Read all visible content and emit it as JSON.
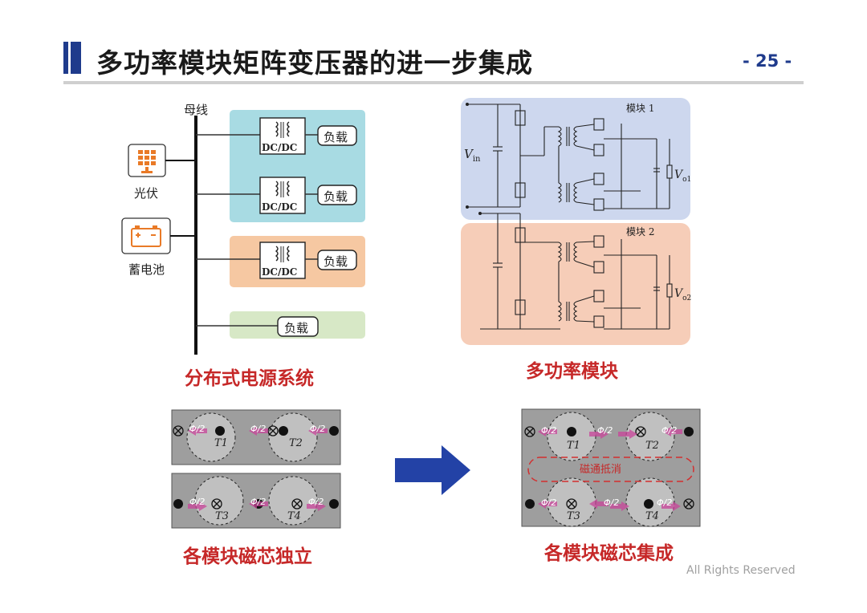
{
  "header": {
    "title": "多功率模块矩阵变压器的进一步集成",
    "page_number": "- 25 -",
    "accent_color": "#1f3b8c"
  },
  "left_diagram": {
    "bus_label": "母线",
    "pv_label": "光伏",
    "battery_label": "蓄电池",
    "converter_label": "DC/DC",
    "load_label": "负载",
    "caption": "分布式电源系统",
    "group_colors": [
      "#a8dbe3",
      "#f6c8a2",
      "#d7e8c6"
    ]
  },
  "right_diagram": {
    "module1_label": "模块 1",
    "module2_label": "模块 2",
    "vin_label": "V",
    "vin_sub": "in",
    "vo1_label": "V",
    "vo1_sub": "o1",
    "vo2_label": "V",
    "vo2_sub": "o2",
    "caption": "多功率模块",
    "module_colors": [
      "#cdd7ee",
      "#f6cdb8"
    ]
  },
  "bottom_left": {
    "transformers": [
      "T1",
      "T2",
      "T3",
      "T4"
    ],
    "flux_label": "Φ/2",
    "caption": "各模块磁芯独立"
  },
  "bottom_right": {
    "transformers": [
      "T1",
      "T2",
      "T3",
      "T4"
    ],
    "flux_label": "Φ/2",
    "cancel_label": "磁通抵消",
    "caption": "各模块磁芯集成"
  },
  "footer": {
    "rights": "All Rights Reserved"
  }
}
